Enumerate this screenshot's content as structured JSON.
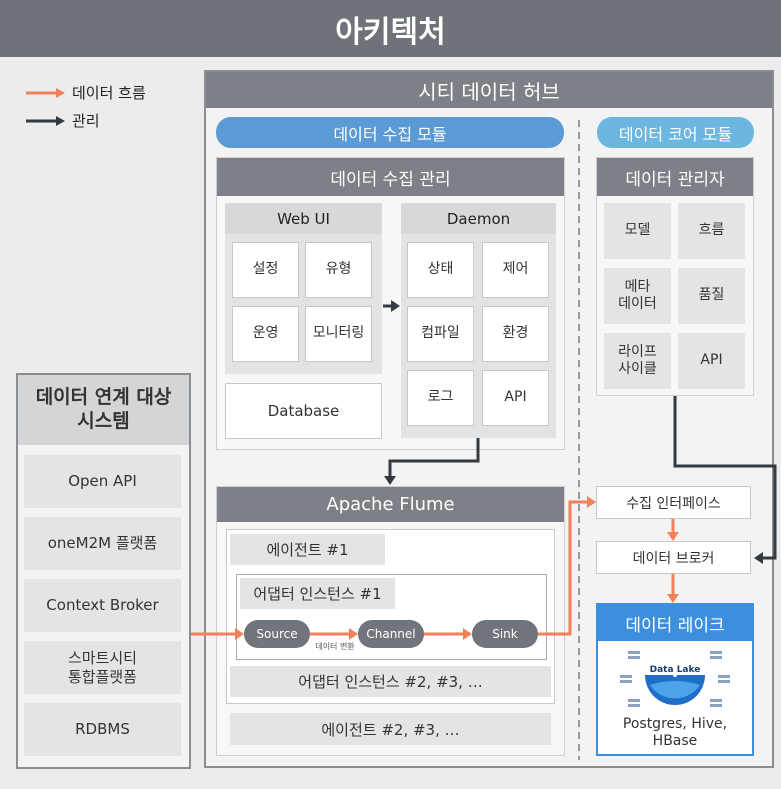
{
  "title": "아키텍처",
  "legend": {
    "flow": "데이터 흐름",
    "manage": "관리"
  },
  "colors": {
    "flow": "#f0825a",
    "manage": "#333a40",
    "collect_pill": "#5b9bd5",
    "core_pill": "#6cb7e0",
    "lake_header": "#3b8fdc"
  },
  "source_systems": {
    "title": "데이터 연계 대상\n시스템",
    "items": [
      "Open API",
      "oneM2M 플랫폼",
      "Context Broker",
      "스마트시티\n통합플랫폼",
      "RDBMS"
    ]
  },
  "hub": {
    "title": "시티 데이터 허브",
    "collect_module": "데이터 수집 모듈",
    "core_module": "데이터 코어 모듈",
    "collect_mgmt": {
      "title": "데이터 수집 관리",
      "webui": {
        "title": "Web UI",
        "cells": [
          "설정",
          "유형",
          "운영",
          "모니터링"
        ]
      },
      "database": "Database",
      "daemon": {
        "title": "Daemon",
        "cells": [
          "상태",
          "제어",
          "컴파일",
          "환경",
          "로그",
          "API"
        ]
      }
    },
    "flume": {
      "title": "Apache Flume",
      "agent1": "에이전트 #1",
      "adapter1": "어댑터 인스턴스 #1",
      "nodes": {
        "source": "Source",
        "channel": "Channel",
        "sink": "Sink"
      },
      "transform": "데이터 변환",
      "adapters_more": "어댑터 인스턴스 #2, #3, …",
      "agents_more": "에이전트 #2, #3, …"
    },
    "data_manager": {
      "title": "데이터 관리자",
      "cells": [
        "모델",
        "흐름",
        "메타\n데이터",
        "품질",
        "라이프\n사이클",
        "API"
      ]
    },
    "collect_interface": "수집 인터페이스",
    "broker": "데이터 브로커",
    "lake": {
      "title": "데이터 레이크",
      "badge": "Data Lake",
      "stores": "Postgres, Hive,\nHBase"
    }
  }
}
